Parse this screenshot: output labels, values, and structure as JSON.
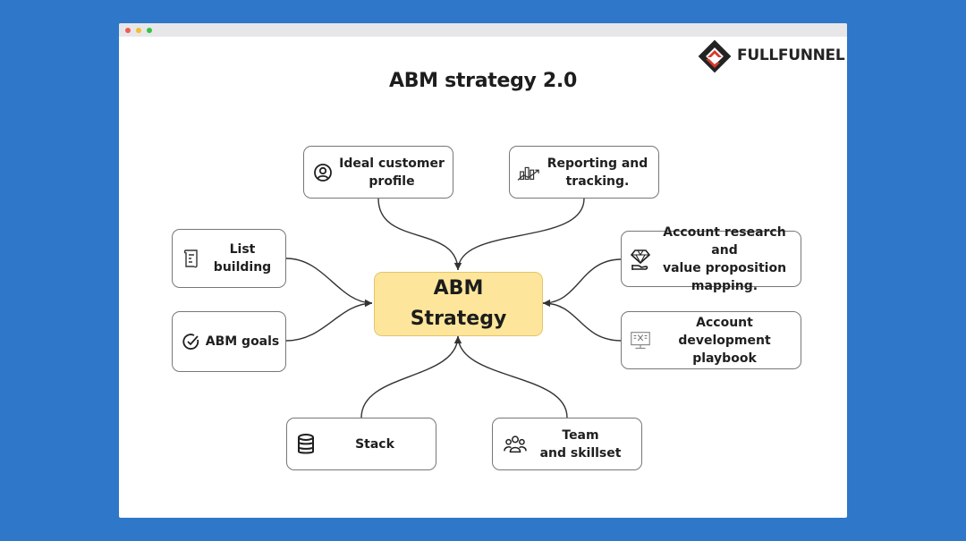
{
  "window": {
    "controls": [
      "close",
      "minimize",
      "maximize"
    ]
  },
  "brand": {
    "name": "FULLFUNNEL",
    "logo_icon": "fullfunnel-logo-icon",
    "colors": {
      "red": "#d8382c",
      "dark": "#232323"
    }
  },
  "diagram": {
    "title": "ABM strategy 2.0",
    "center": {
      "label": "ABM\nStrategy",
      "color": "#fde69b"
    },
    "nodes": [
      {
        "id": "ideal-customer-profile",
        "label": "Ideal customer\nprofile",
        "icon": "user-circle-icon"
      },
      {
        "id": "reporting-and-tracking",
        "label": "Reporting and\ntracking.",
        "icon": "chart-growth-icon"
      },
      {
        "id": "list-building",
        "label": "List\nbuilding",
        "icon": "scroll-list-icon"
      },
      {
        "id": "account-research",
        "label": "Account research and\nvalue proposition\nmapping.",
        "icon": "diamond-hand-icon"
      },
      {
        "id": "abm-goals",
        "label": "ABM goals",
        "icon": "check-circle-icon"
      },
      {
        "id": "account-development-playbook",
        "label": "Account\ndevelopment\nplaybook",
        "icon": "playbook-board-icon"
      },
      {
        "id": "stack",
        "label": "Stack",
        "icon": "database-icon"
      },
      {
        "id": "team-and-skillset",
        "label": "Team\nand skillset",
        "icon": "team-people-icon"
      }
    ]
  }
}
